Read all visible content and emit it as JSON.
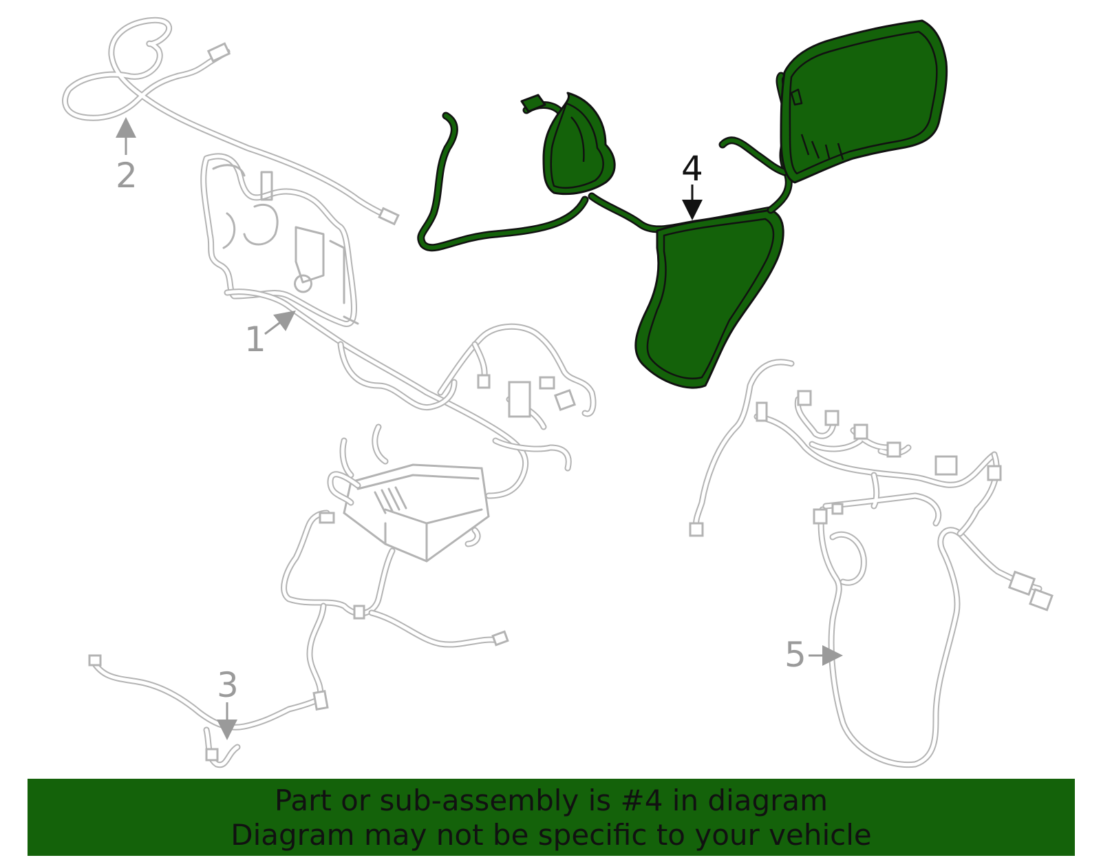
{
  "diagram": {
    "callouts": [
      {
        "id": "1",
        "label": "1",
        "highlighted": false
      },
      {
        "id": "2",
        "label": "2",
        "highlighted": false
      },
      {
        "id": "3",
        "label": "3",
        "highlighted": false
      },
      {
        "id": "4",
        "label": "4",
        "highlighted": true
      },
      {
        "id": "5",
        "label": "5",
        "highlighted": false
      }
    ],
    "colors": {
      "highlight": "#14620a",
      "unselected_parts": "#b3b3b3",
      "callout_gray": "#9a9a9a",
      "outline": "#111111",
      "background": "#ffffff"
    }
  },
  "banner": {
    "line1": "Part or sub-assembly is #4 in diagram",
    "line2": "Diagram may not be specific to your vehicle",
    "background": "#14620a"
  }
}
